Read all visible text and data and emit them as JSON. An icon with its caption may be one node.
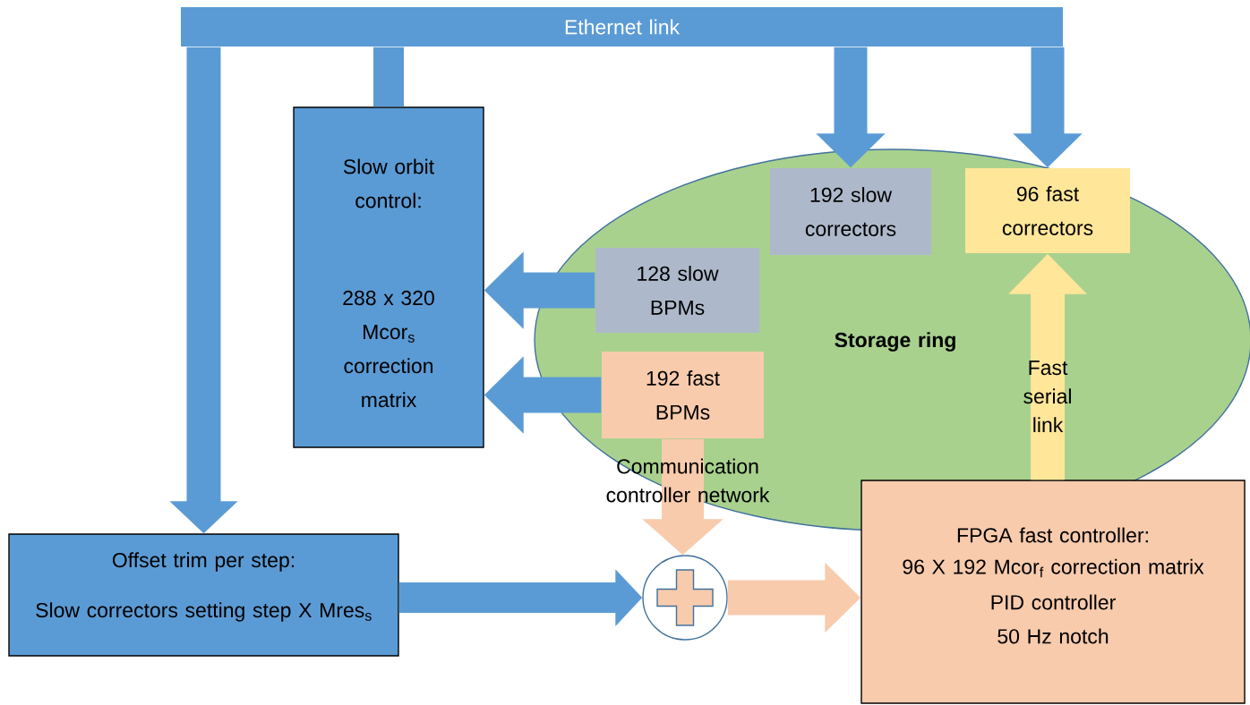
{
  "diagram": {
    "nodes": [
      {
        "text": [
          "Ethernet link"
        ]
      },
      {
        "text": [
          "Storage ring"
        ]
      },
      {
        "text": [
          "Slow orbit control:",
          "288 x 320 Mcor$_{s}$ correction matrix"
        ]
      },
      {
        "text": [
          "192 slow correctors"
        ],
        "in": 1
      },
      {
        "text": [
          "96 fast correctors"
        ],
        "in": 1
      },
      {
        "text": [
          "128 slow BPMs"
        ],
        "in": 1
      },
      {
        "text": [
          "192 fast BPMs"
        ],
        "in": 1
      },
      {
        "text": [
          "Offset trim per step:",
          "Slow correctors setting step X Mres$_{s}$"
        ]
      },
      {
        "text": [],
        "shape": "circle"
      },
      {
        "text": [
          "FPGA fast controller:",
          "96 X 192 Mcor$_{f}$ correction matrix",
          "PID controller",
          "50 Hz notch"
        ]
      }
    ],
    "edges": [
      {
        "from": 0,
        "to": 2,
        "arrow": "none"
      },
      {
        "from": 0,
        "to": 7,
        "arrow": "to"
      },
      {
        "from": 0,
        "to": 3,
        "arrow": "to"
      },
      {
        "from": 0,
        "to": 4,
        "arrow": "to"
      },
      {
        "from": 5,
        "to": 2,
        "arrow": "to"
      },
      {
        "from": 6,
        "to": 2,
        "arrow": "to"
      },
      {
        "from": 6,
        "to": 8,
        "arrow": "to",
        "label": "Communication controller network",
        "color": "#f8cbad"
      },
      {
        "from": 7,
        "to": 8,
        "arrow": "to"
      },
      {
        "from": 8,
        "to": 9,
        "arrow": "to",
        "color": "#f8cbad"
      },
      {
        "from": 9,
        "to": 4,
        "arrow": "to",
        "label": "Fast serial link",
        "color": "#ffe699"
      }
    ]
  }
}
